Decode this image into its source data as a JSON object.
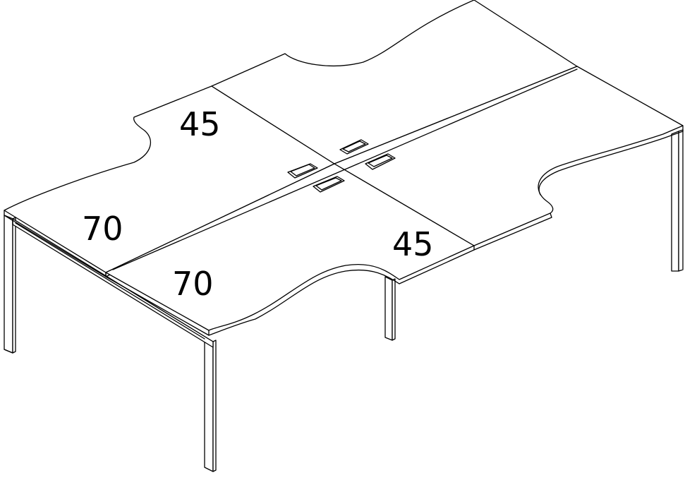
{
  "drawing": {
    "desk_labels": {
      "back_left": "45",
      "front_left_outer": "70",
      "front_left_inner": "70",
      "front_right": "45"
    },
    "colors": {
      "line": "#000000",
      "background": "#ffffff"
    }
  }
}
